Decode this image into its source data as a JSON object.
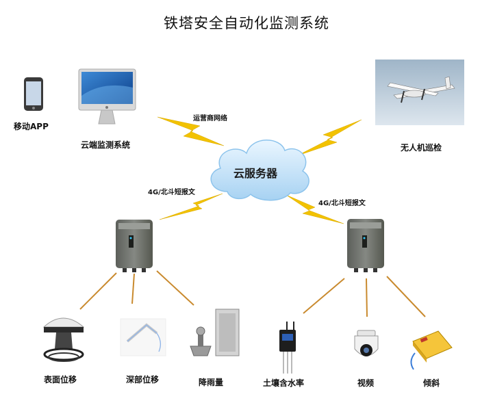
{
  "title": "铁塔安全自动化监测系统",
  "nodes": {
    "mobile_app": "移动APP",
    "cloud_monitor": "云端监测系统",
    "drone": "无人机巡检",
    "cloud_server": "云服务器",
    "surface_disp": "表面位移",
    "deep_disp": "深部位移",
    "rainfall": "降雨量",
    "soil_moisture": "土壤含水率",
    "video": "视频",
    "tilt": "倾斜"
  },
  "links": {
    "carrier_network": "运营商网络",
    "link_left": "4G/北斗短报文",
    "link_right": "4G/北斗短报文"
  },
  "colors": {
    "lightning": "#f2c200",
    "wire": "#c98a2e",
    "cloud": "#bfe0f8",
    "device": "#6e716c"
  }
}
